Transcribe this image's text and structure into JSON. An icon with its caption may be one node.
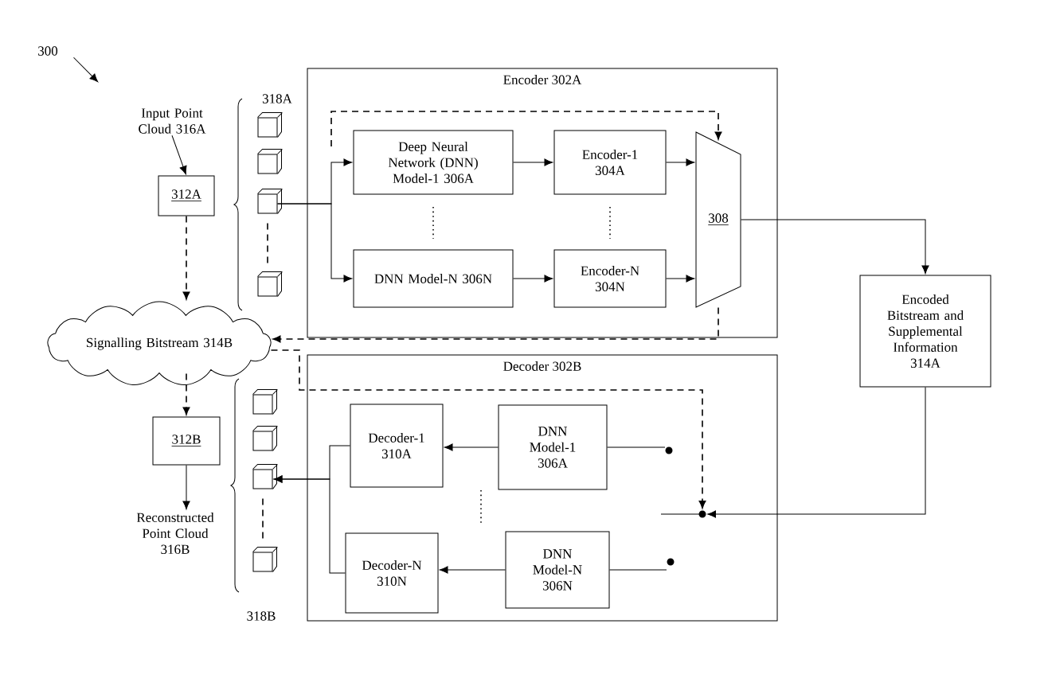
{
  "diagram": {
    "nodes": [
      {
        "text": [
          "300"
        ]
      },
      {
        "text": [
          "Input Point Cloud 316A"
        ]
      },
      {
        "text": [
          "Encoder 302A"
        ]
      },
      {
        "text": [
          "Deep Neural Network (DNN) Model-1 306A"
        ],
        "in": 2
      },
      {
        "text": [
          "Encoder-1 304A"
        ],
        "in": 2
      },
      {
        "text": [
          "DNN Model-N 306N"
        ],
        "in": 2
      },
      {
        "text": [
          "Encoder-N 304N"
        ],
        "in": 2
      },
      {
        "text": [
          "308"
        ],
        "in": 2
      },
      {
        "text": [
          "312A"
        ]
      },
      {
        "text": [],
        "shape": "cube"
      },
      {
        "text": [],
        "shape": "cube"
      },
      {
        "text": [],
        "shape": "cube"
      },
      {
        "text": [],
        "shape": "cube"
      },
      {
        "text": [
          "Signalling Bitstream 314B"
        ]
      },
      {
        "text": [
          "Encoded Bitstream and Supplemental Information 314A"
        ]
      },
      {
        "text": [
          "Decoder 302B"
        ]
      },
      {
        "text": [
          "Decoder-1 310A"
        ],
        "in": 15
      },
      {
        "text": [
          "DNN Model-1 306A"
        ],
        "in": 15
      },
      {
        "text": [
          "Decoder-N 310N"
        ],
        "in": 15
      },
      {
        "text": [
          "DNN Model-N 306N"
        ],
        "in": 15
      },
      {
        "text": [],
        "shape": "circle",
        "in": 15
      },
      {
        "text": [],
        "shape": "circle",
        "in": 15
      },
      {
        "text": [],
        "shape": "circle",
        "in": 15
      },
      {
        "text": [
          "312B"
        ]
      },
      {
        "text": [],
        "shape": "cube"
      },
      {
        "text": [],
        "shape": "cube"
      },
      {
        "text": [],
        "shape": "cube"
      },
      {
        "text": [],
        "shape": "cube"
      },
      {
        "text": [
          "Reconstructed Point Cloud 316B"
        ]
      }
    ],
    "edges": [
      {
        "from": 0,
        "to": null,
        "arrow": "to"
      },
      {
        "from": 1,
        "to": 8,
        "arrow": "to"
      },
      {
        "from": 8,
        "to": 13,
        "arrow": "to",
        "style": "dashed"
      },
      {
        "from": 11,
        "to": 3,
        "arrow": "to"
      },
      {
        "from": 11,
        "to": 5,
        "arrow": "to"
      },
      {
        "from": 3,
        "to": 4,
        "arrow": "to"
      },
      {
        "from": 5,
        "to": 6,
        "arrow": "to"
      },
      {
        "from": 4,
        "to": 7,
        "arrow": "to"
      },
      {
        "from": 6,
        "to": 7,
        "arrow": "to"
      },
      {
        "from": null,
        "to": 7,
        "arrow": "to",
        "style": "dashed"
      },
      {
        "from": 7,
        "to": 14,
        "arrow": "to"
      },
      {
        "from": 7,
        "to": 13,
        "arrow": "to",
        "style": "dashed"
      },
      {
        "from": 13,
        "to": 21,
        "arrow": "to",
        "style": "dashed"
      },
      {
        "from": 13,
        "to": 23,
        "arrow": "to",
        "style": "dashed"
      },
      {
        "from": 23,
        "to": 28,
        "arrow": "to"
      },
      {
        "from": 14,
        "to": 21,
        "arrow": "to"
      },
      {
        "from": 17,
        "to": 16,
        "arrow": "to"
      },
      {
        "from": 19,
        "to": 18,
        "arrow": "to"
      },
      {
        "from": 17,
        "to": 20,
        "arrow": "none"
      },
      {
        "from": 19,
        "to": 22,
        "arrow": "none"
      },
      {
        "from": 16,
        "to": 26,
        "arrow": "to"
      },
      {
        "from": 18,
        "to": 26,
        "arrow": "to"
      },
      {
        "from": 11,
        "to": 12,
        "arrow": "none",
        "style": "dashed"
      },
      {
        "from": 26,
        "to": 27,
        "arrow": "none",
        "style": "dashed"
      }
    ],
    "labels": [
      "318A",
      "318B"
    ]
  }
}
